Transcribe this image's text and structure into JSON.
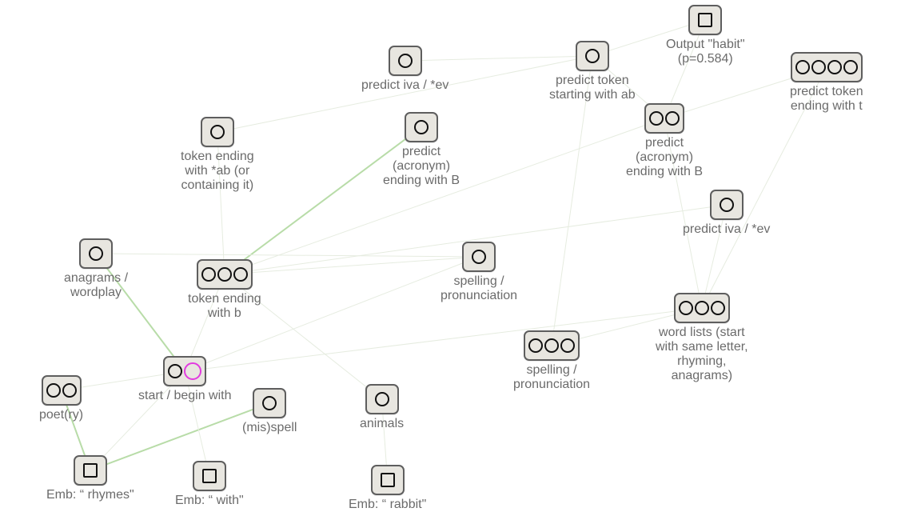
{
  "nodes": [
    {
      "id": "output-habit",
      "label": "Output \"habit\"\n(p=0.584)",
      "glyphs": [
        "square"
      ]
    },
    {
      "id": "predict-iva-top",
      "label": "predict iva / *ev",
      "glyphs": [
        "circle"
      ]
    },
    {
      "id": "predict-token-ab",
      "label": "predict token\nstarting with ab",
      "glyphs": [
        "circle"
      ]
    },
    {
      "id": "predict-token-t",
      "label": "predict token\nending with t",
      "glyphs": [
        "circle",
        "circle",
        "circle",
        "circle"
      ]
    },
    {
      "id": "token-ending-ab",
      "label": "token ending\nwith *ab (or\ncontaining it)",
      "glyphs": [
        "circle"
      ]
    },
    {
      "id": "predict-acronym-b-1",
      "label": "predict\n(acronym)\nending with B",
      "glyphs": [
        "circle"
      ]
    },
    {
      "id": "predict-acronym-b-2",
      "label": "predict\n(acronym)\nending with B",
      "glyphs": [
        "circle",
        "circle"
      ]
    },
    {
      "id": "predict-iva-right",
      "label": "predict iva / *ev",
      "glyphs": [
        "circle"
      ]
    },
    {
      "id": "anagrams",
      "label": "anagrams /\nwordplay",
      "glyphs": [
        "circle"
      ]
    },
    {
      "id": "token-ending-b",
      "label": "token ending\nwith b",
      "glyphs": [
        "circle",
        "circle",
        "circle"
      ]
    },
    {
      "id": "spelling-1",
      "label": "spelling /\npronunciation",
      "glyphs": [
        "circle"
      ]
    },
    {
      "id": "word-lists",
      "label": "word lists (start\nwith same letter,\nrhyming,\nanagrams)",
      "glyphs": [
        "circle",
        "circle",
        "circle"
      ]
    },
    {
      "id": "spelling-2",
      "label": "spelling /\npronunciation",
      "glyphs": [
        "circle",
        "circle",
        "circle"
      ]
    },
    {
      "id": "start-begin",
      "label": "start / begin with",
      "glyphs": [
        "circle",
        "circle-pink"
      ]
    },
    {
      "id": "poetry",
      "label": "poet(ry)",
      "glyphs": [
        "circle",
        "circle"
      ]
    },
    {
      "id": "misspell",
      "label": "(mis)spell",
      "glyphs": [
        "circle"
      ]
    },
    {
      "id": "animals",
      "label": "animals",
      "glyphs": [
        "circle"
      ]
    },
    {
      "id": "emb-rhymes",
      "label": "Emb: “ rhymes\"",
      "glyphs": [
        "square"
      ]
    },
    {
      "id": "emb-with",
      "label": "Emb: “ with\"",
      "glyphs": [
        "square"
      ]
    },
    {
      "id": "emb-rabbit",
      "label": "Emb: “ rabbit\"",
      "glyphs": [
        "square"
      ]
    }
  ],
  "colors": {
    "node_fill": "#e8e6e0",
    "node_border": "#5e5e5e",
    "glyph": "#111111",
    "highlight_glyph": "#e23ae0",
    "label": "#6b6b6b",
    "edge_green": "#b8dca8",
    "edge_faint": "#e6ece0"
  }
}
